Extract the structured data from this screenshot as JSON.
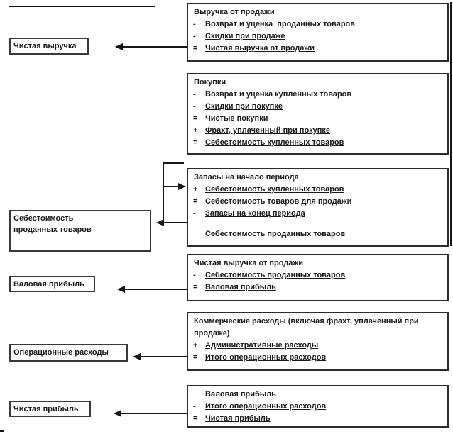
{
  "colors": {
    "ink": "#1a1a1a",
    "background": "#ffffff",
    "line": "#161616"
  },
  "labels": [
    {
      "name": "net-revenue",
      "lines": [
        "Чистая выручка"
      ]
    },
    {
      "name": "cost-of-goods-sold",
      "lines": [
        "Себестоимость",
        "проданных товаров"
      ]
    },
    {
      "name": "gross-profit",
      "lines": [
        "Валовая прибыль"
      ]
    },
    {
      "name": "operating-expenses",
      "lines": [
        "Операционные расходы"
      ]
    },
    {
      "name": "net-profit",
      "lines": [
        "Чистая прибыль"
      ]
    }
  ],
  "boxes": [
    {
      "name": "revenue-calc",
      "rows": [
        {
          "prefix": "",
          "text": "Выручка от продажи",
          "underline": false
        },
        {
          "prefix": "-",
          "text": "Возврат и уценка  проданных товаров",
          "underline": false
        },
        {
          "prefix": "-",
          "text": "Скидки при продаже",
          "underline": true
        },
        {
          "prefix": "=",
          "text": "Чистая выручка от продажи",
          "underline": true
        }
      ]
    },
    {
      "name": "purchases-calc",
      "rows": [
        {
          "prefix": "",
          "text": "Покупки",
          "underline": false
        },
        {
          "prefix": "-",
          "text": "Возврат и уценка купленных товаров",
          "underline": false
        },
        {
          "prefix": "-",
          "text": "Скидки при покупке",
          "underline": true
        },
        {
          "prefix": "=",
          "text": "Чистые покупки",
          "underline": false
        },
        {
          "prefix": "+",
          "text": "Фрахт, уплаченный при покупке",
          "underline": true
        },
        {
          "prefix": "=",
          "text": "Себестоимость купленных товаров",
          "underline": true
        }
      ]
    },
    {
      "name": "cogs-calc",
      "rows": [
        {
          "prefix": "",
          "text": "Запасы на начало периода",
          "underline": false
        },
        {
          "prefix": "+",
          "text": "Себестоимость купленных товаров",
          "underline": true
        },
        {
          "prefix": "=",
          "text": "Себестоимость товаров для продажи",
          "underline": false
        },
        {
          "prefix": "-",
          "text": "Запасы на конец периода",
          "underline": true
        },
        {
          "prefix": "",
          "text": "Себестоимость проданных товаров",
          "underline": false
        }
      ]
    },
    {
      "name": "gross-profit-calc",
      "rows": [
        {
          "prefix": "",
          "text": "Чистая выручка от продажи",
          "underline": false
        },
        {
          "prefix": "-",
          "text": "Себестоимость проданных товаров",
          "underline": true
        },
        {
          "prefix": "=",
          "text": "Валовая прибыль",
          "underline": true
        }
      ]
    },
    {
      "name": "opex-calc",
      "rows": [
        {
          "prefix": "",
          "text": "Коммерческие расходы (включая фрахт, уплаченный при продаже)",
          "underline": false
        },
        {
          "prefix": "+",
          "text": "Административные расходы",
          "underline": true
        },
        {
          "prefix": "=",
          "text": "Итого операционных расходов",
          "underline": true
        }
      ]
    },
    {
      "name": "net-profit-calc",
      "rows": [
        {
          "prefix": "",
          "text": "Валовая прибыль",
          "underline": false
        },
        {
          "prefix": "-",
          "text": "Итого операционных расходов",
          "underline": true
        },
        {
          "prefix": "=",
          "text": "Чистая прибыль",
          "underline": true
        }
      ]
    }
  ]
}
